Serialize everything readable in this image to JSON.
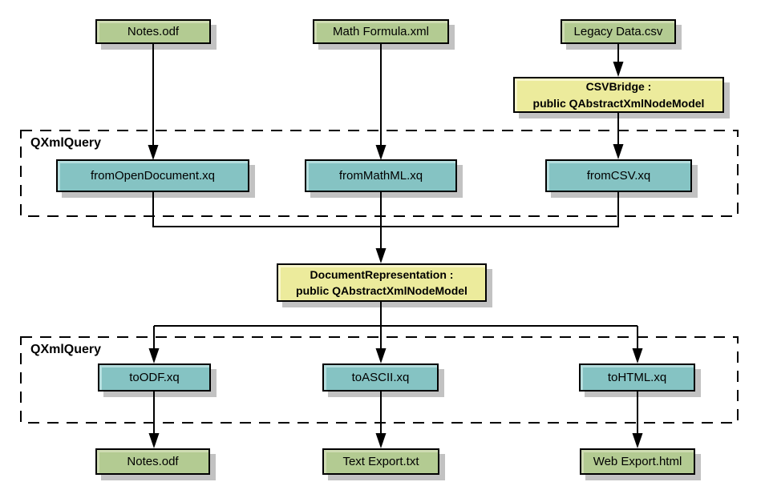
{
  "diagram": {
    "sources": [
      {
        "label": "Notes.odf"
      },
      {
        "label": "Math Formula.xml"
      },
      {
        "label": "Legacy Data.csv"
      }
    ],
    "bridge": {
      "line1": "CSVBridge :",
      "line2": "public QAbstractXmlNodeModel"
    },
    "query_top": {
      "label": "QXmlQuery",
      "queries": [
        {
          "label": "fromOpenDocument.xq"
        },
        {
          "label": "fromMathML.xq"
        },
        {
          "label": "fromCSV.xq"
        }
      ]
    },
    "representation": {
      "line1": "DocumentRepresentation :",
      "line2": "public QAbstractXmlNodeModel"
    },
    "query_bottom": {
      "label": "QXmlQuery",
      "queries": [
        {
          "label": "toODF.xq"
        },
        {
          "label": "toASCII.xq"
        },
        {
          "label": "toHTML.xq"
        }
      ]
    },
    "outputs": [
      {
        "label": "Notes.odf"
      },
      {
        "label": "Text Export.txt"
      },
      {
        "label": "Web Export.html"
      }
    ]
  },
  "colors": {
    "background": "#ffffff",
    "file_box": "#b3cb92",
    "file_box_light": "#cfdcb3",
    "query_box": "#85c3c3",
    "query_box_light": "#b5dede",
    "model_box": "#eceb9c",
    "model_box_light": "#f8f6cb",
    "shadow": "#c2c2c2",
    "line": "#000000"
  }
}
